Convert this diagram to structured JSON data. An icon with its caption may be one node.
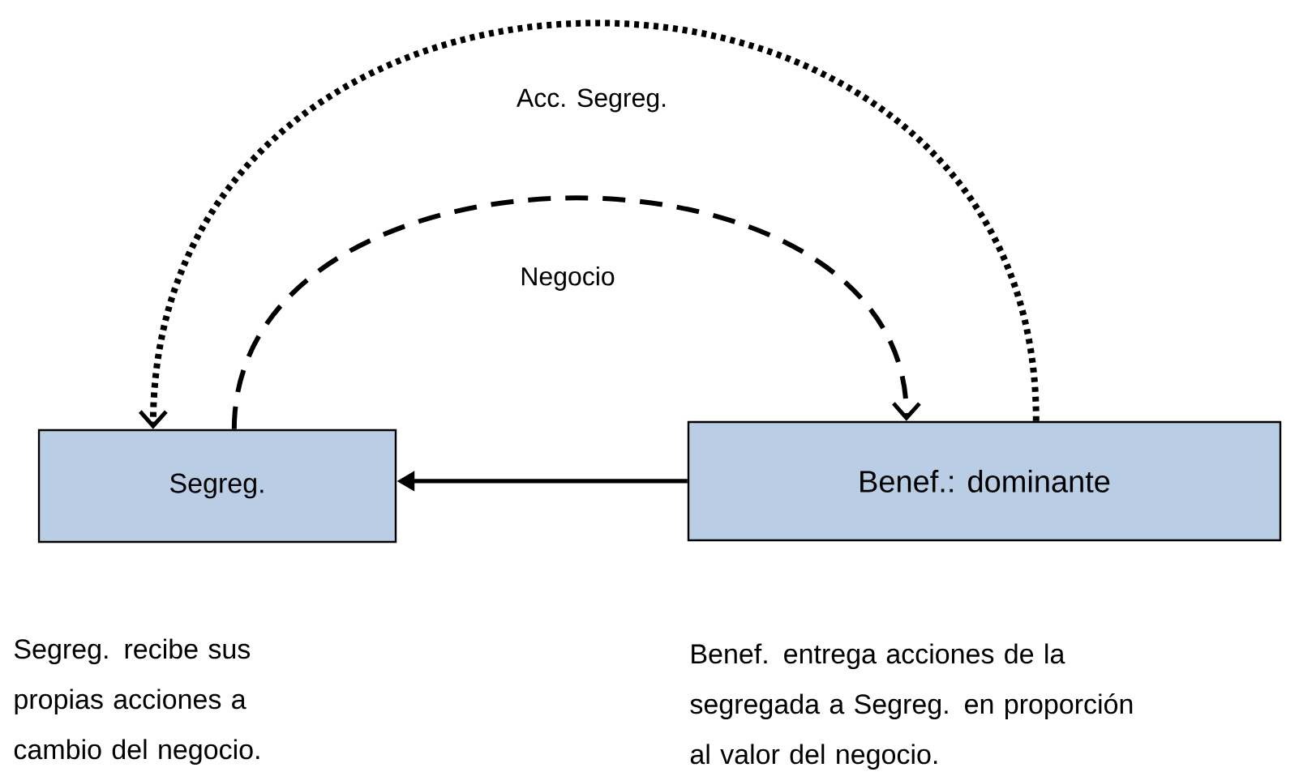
{
  "diagram": {
    "nodes": [
      {
        "text": [
          "Segreg."
        ]
      },
      {
        "text": [
          "Benef.: dominante"
        ]
      }
    ],
    "edges": [
      {
        "from": 1,
        "to": 0,
        "arrow": "to"
      },
      {
        "from": 1,
        "to": 0,
        "arrow": "to",
        "style": "dashed",
        "label": "Acc. Segreg."
      },
      {
        "from": 0,
        "to": 1,
        "arrow": "to",
        "style": "dashed",
        "label": "Negocio"
      }
    ],
    "labels": [
      "Segreg. recibe sus propias acciones a cambio del negocio.",
      "Benef. entrega acciones de la segregada a Segreg. en proporción al valor del negocio."
    ]
  }
}
